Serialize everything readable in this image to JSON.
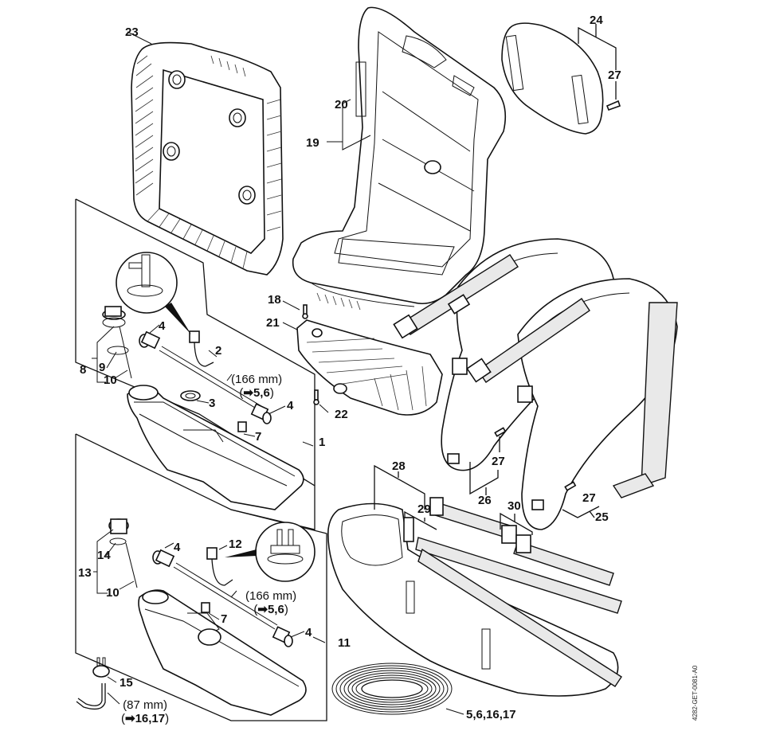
{
  "diagram": {
    "title": "Backpack frame, tank and harness parts",
    "document_id": "4282-GET-0081-A0",
    "callouts": [
      {
        "id": "c1",
        "text": "1"
      },
      {
        "id": "c2",
        "text": "2"
      },
      {
        "id": "c3",
        "text": "3"
      },
      {
        "id": "c4a",
        "text": "4"
      },
      {
        "id": "c4b",
        "text": "4"
      },
      {
        "id": "c4c",
        "text": "4"
      },
      {
        "id": "c4d",
        "text": "4"
      },
      {
        "id": "c7a",
        "text": "7"
      },
      {
        "id": "c7b",
        "text": "7"
      },
      {
        "id": "c8",
        "text": "8"
      },
      {
        "id": "c9",
        "text": "9"
      },
      {
        "id": "c10a",
        "text": "10"
      },
      {
        "id": "c10b",
        "text": "10"
      },
      {
        "id": "c11",
        "text": "11"
      },
      {
        "id": "c12",
        "text": "12"
      },
      {
        "id": "c13",
        "text": "13"
      },
      {
        "id": "c14",
        "text": "14"
      },
      {
        "id": "c15",
        "text": "15"
      },
      {
        "id": "c18",
        "text": "18"
      },
      {
        "id": "c19",
        "text": "19"
      },
      {
        "id": "c20",
        "text": "20"
      },
      {
        "id": "c21",
        "text": "21"
      },
      {
        "id": "c22",
        "text": "22"
      },
      {
        "id": "c23",
        "text": "23"
      },
      {
        "id": "c24",
        "text": "24"
      },
      {
        "id": "c25",
        "text": "25"
      },
      {
        "id": "c26",
        "text": "26"
      },
      {
        "id": "c27a",
        "text": "27"
      },
      {
        "id": "c27b",
        "text": "27"
      },
      {
        "id": "c27c",
        "text": "27"
      },
      {
        "id": "c28",
        "text": "28"
      },
      {
        "id": "c29",
        "text": "29"
      },
      {
        "id": "c30",
        "text": "30"
      },
      {
        "id": "c5616",
        "text": "5,6,16,17"
      }
    ],
    "notes": [
      {
        "id": "n1",
        "length": "(166 mm)",
        "ref_arrow": "➡",
        "ref": "5,6"
      },
      {
        "id": "n2",
        "length": "(166 mm)",
        "ref_arrow": "➡",
        "ref": "5,6"
      },
      {
        "id": "n3",
        "length": "(87 mm)",
        "ref_arrow": "➡",
        "ref": "16,17"
      }
    ],
    "parts": [
      {
        "name": "frame-guard",
        "callout": "23"
      },
      {
        "name": "backplate",
        "callout": "19"
      },
      {
        "name": "back-pad",
        "callout": "24"
      },
      {
        "name": "tank-assembly-upper",
        "callout": "1"
      },
      {
        "name": "tank-assembly-lower",
        "callout": "11"
      },
      {
        "name": "shoulder-strap-left",
        "callout": "26"
      },
      {
        "name": "shoulder-strap-right",
        "callout": "25"
      },
      {
        "name": "hip-belt",
        "callout": "28"
      },
      {
        "name": "fuel-hose-coil",
        "callout": "5,6,16,17"
      }
    ]
  }
}
